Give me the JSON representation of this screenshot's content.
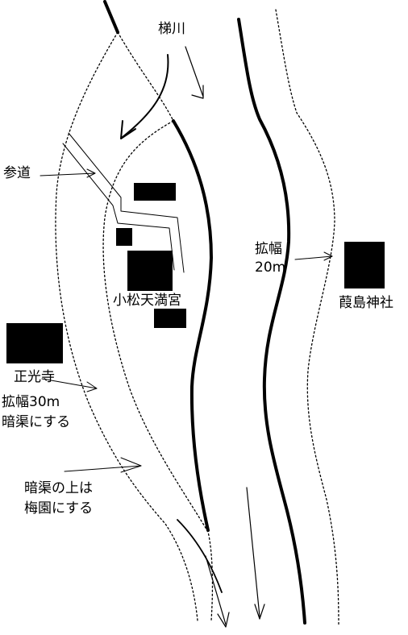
{
  "colors": {
    "ink": "#000000",
    "paper": "#ffffff"
  },
  "labels": {
    "river_name": "梯川",
    "approach_path": "参道",
    "widen_20": [
      "拡幅",
      "20m"
    ],
    "komatsu_tenmangu": "小松天満宮",
    "kashimajima_shrine": "葭島神社",
    "shokoji": "正光寺",
    "widen_30_culvert": [
      "拡幅30m",
      "暗渠にする"
    ],
    "culvert_garden": [
      "暗渠の上は",
      "梅園にする"
    ]
  }
}
